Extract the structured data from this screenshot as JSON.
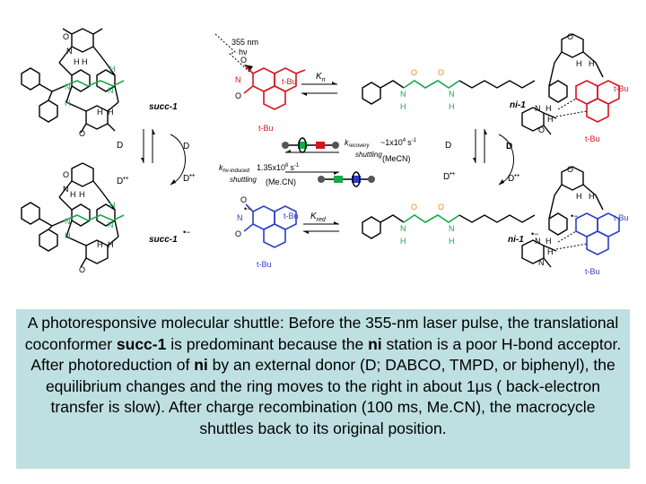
{
  "scheme": {
    "laser_label_line1": "355 nm",
    "laser_label_line2": "hν",
    "succ1_top": "succ-1",
    "ni1_top": "ni-1",
    "succ1_bottom": "succ-1",
    "ni1_bottom": "ni-1",
    "Kn": "K",
    "Kn_sub": "n",
    "Kred": "K",
    "Kred_sub": "red",
    "k_recovery": "k",
    "k_recovery_sub": "recovery",
    "k_recovery_value": "~1x10",
    "k_recovery_exp": "4",
    "k_recovery_unit": "s",
    "k_recovery_unit_exp": "-1",
    "shuttling_right": "shuttling",
    "solvent_right": "(MeCN)",
    "k_hv": "k",
    "k_hv_sub": "hv-induced",
    "k_hv_value": "1.35x10",
    "k_hv_exp": "6",
    "k_hv_unit": "s",
    "k_hv_unit_exp": "-1",
    "shuttling_left": "shuttling",
    "solvent_left": "(Me.CN)",
    "donor_D": "D",
    "donor_D_radical": "D",
    "donor_D_radical_sup": "•+",
    "tBu": "t-Bu",
    "O": "O",
    "N": "N",
    "H": "H",
    "radical_dot": "•",
    "minus": "−"
  },
  "caption": {
    "part1": "A photoresponsive molecular shuttle: Before the 355-nm laser pulse, the translational coconformer ",
    "succ1": "succ-1",
    "part2": " is predominant because the ",
    "ni1": "ni",
    "part3": "  station is a poor H-bond acceptor. After photoreduction of ",
    "ni2": "ni",
    "part4": " by an external donor (D; DABCO, TMPD, or biphenyl), the equilibrium  changes and the ring moves to the right in about 1μs ( back-electron transfer is slow). After charge recombination (100 ms, Me.CN), the macrocycle shuttles back to its original position."
  },
  "colors": {
    "caption_bg": "#bfe0e3",
    "station_succ": "#1aa84a",
    "station_ni": "#d7141e",
    "station_ni_reduced": "#2a3fc7",
    "carbonyl_accent": "#ee8a14"
  }
}
